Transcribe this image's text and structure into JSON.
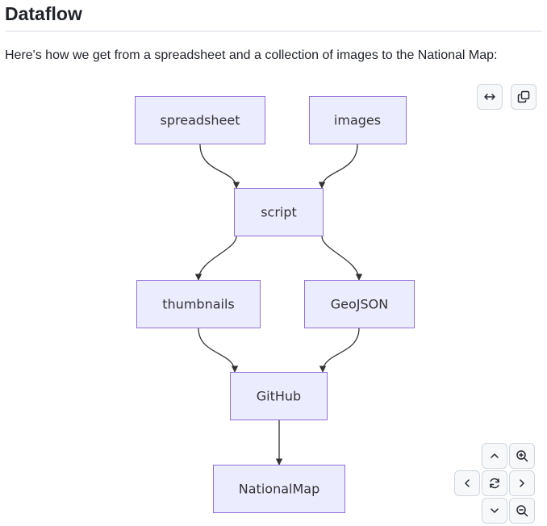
{
  "heading": "Dataflow",
  "intro": "Here's how we get from a spreadsheet and a collection of images to the National Map:",
  "diagram": {
    "nodes": {
      "spreadsheet": "spreadsheet",
      "images": "images",
      "script": "script",
      "thumbnails": "thumbnails",
      "geojson": "GeoJSON",
      "github": "GitHub",
      "nationalmap": "NationalMap"
    },
    "edges": [
      [
        "spreadsheet",
        "script"
      ],
      [
        "images",
        "script"
      ],
      [
        "script",
        "thumbnails"
      ],
      [
        "script",
        "geojson"
      ],
      [
        "thumbnails",
        "github"
      ],
      [
        "geojson",
        "github"
      ],
      [
        "github",
        "nationalmap"
      ]
    ],
    "colors": {
      "node_fill": "#ececff",
      "node_border": "#9370db",
      "edge": "#333333"
    }
  },
  "toolbar": {
    "icons": [
      "expand-horizontal-icon",
      "copy-icon"
    ]
  },
  "zoom_controls": {
    "icons": [
      "chevron-up-icon",
      "zoom-in-icon",
      "chevron-left-icon",
      "reset-icon",
      "chevron-right-icon",
      "chevron-down-icon",
      "zoom-out-icon"
    ]
  }
}
